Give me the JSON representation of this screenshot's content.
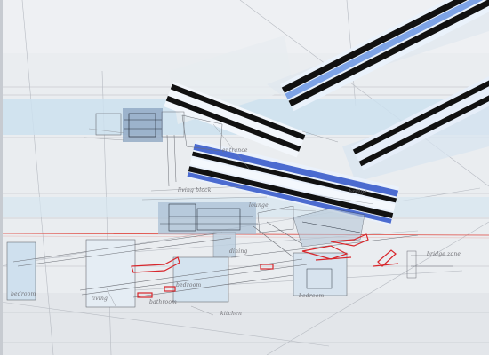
{
  "artwork": {
    "subject": "architectural pencil drawing with collaged blue and black striped paper strips",
    "palette": {
      "paper": "#eceff2",
      "paper_shadow": "#d9dde2",
      "band_blue": "#cfe0ee",
      "strip_blue": "#6f8fe0",
      "strip_black": "#111111",
      "strip_light": "#e8f2ff",
      "graphite": "#6a6d74",
      "red_line": "#e0473f",
      "red_shape": "#d8262b",
      "mass_blue": "#9fb3c8"
    },
    "notes": [
      {
        "text": "bridge zone"
      },
      {
        "text": "bedroom"
      },
      {
        "text": "living"
      },
      {
        "text": "bedroom"
      },
      {
        "text": "living block"
      },
      {
        "text": "bathroom"
      },
      {
        "text": "kitchen"
      },
      {
        "text": "lounge"
      },
      {
        "text": "dining"
      },
      {
        "text": "bridge"
      },
      {
        "text": "entrance"
      },
      {
        "text": "bedroom"
      }
    ]
  }
}
